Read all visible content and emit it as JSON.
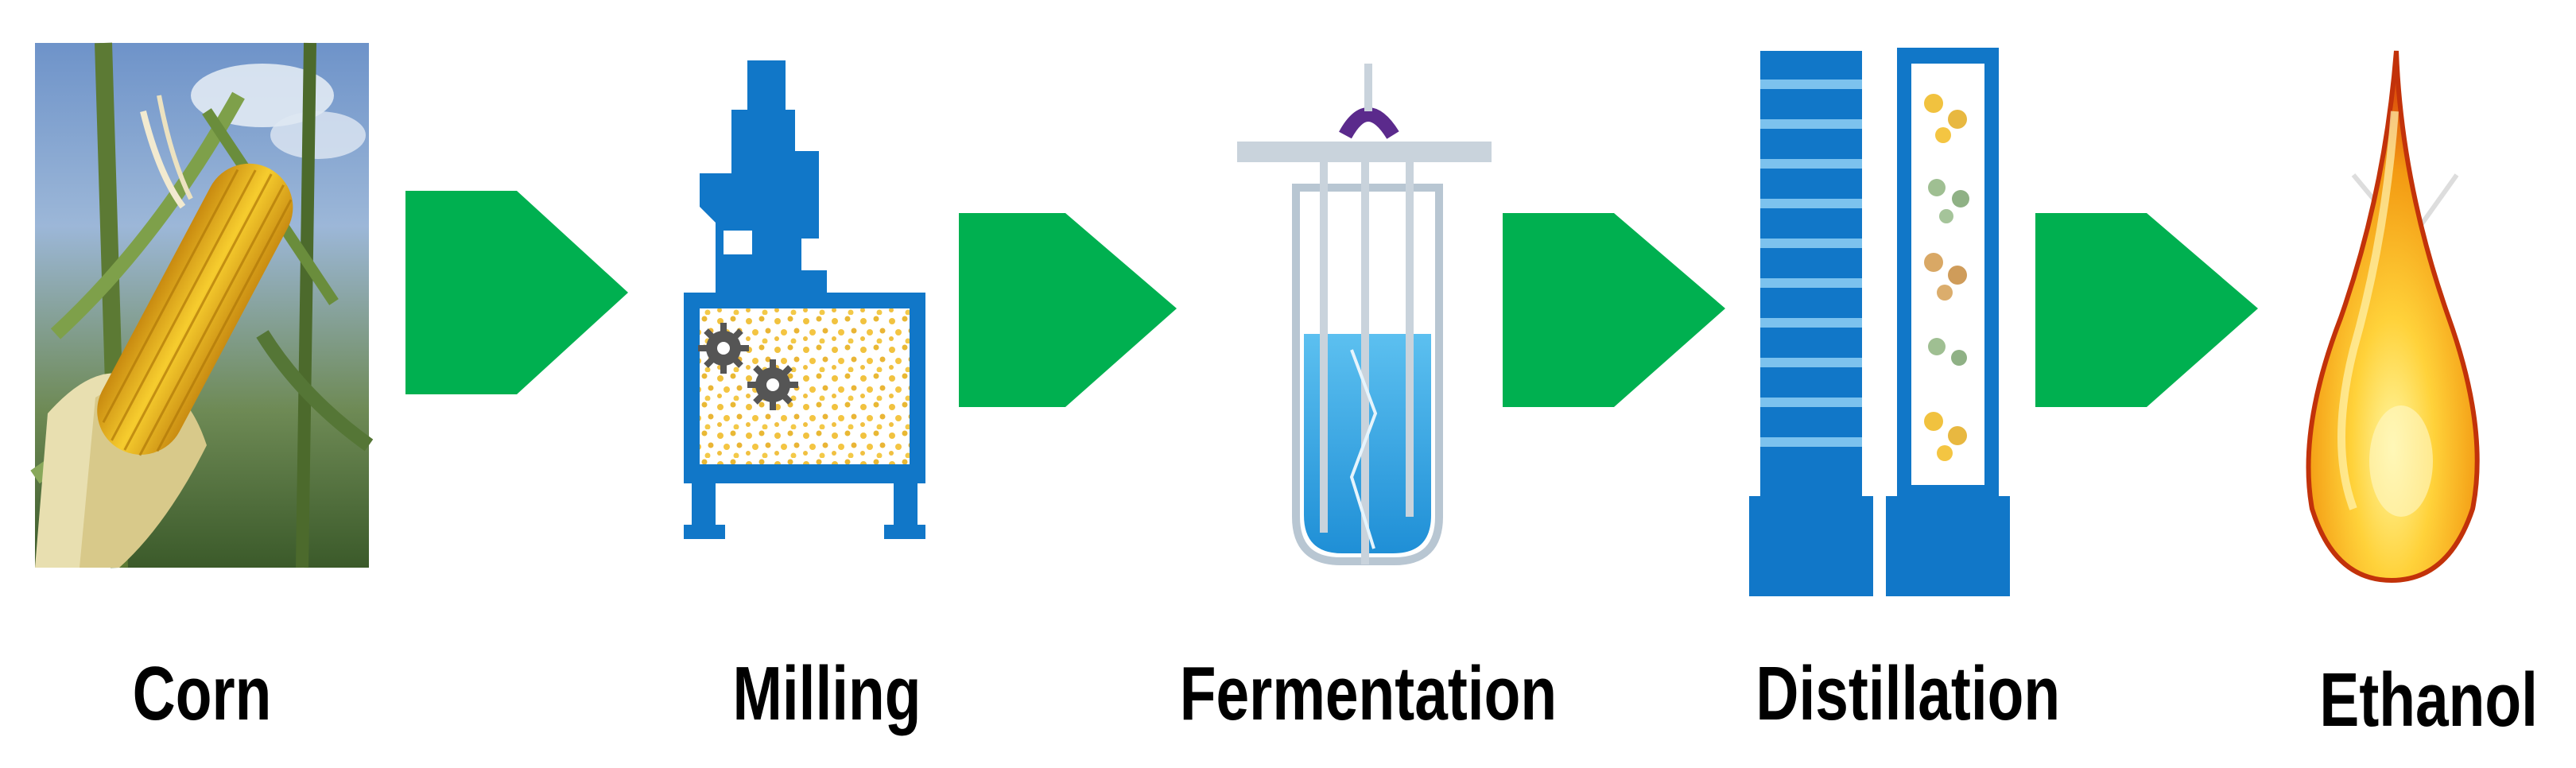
{
  "steps": [
    {
      "label": "Corn",
      "icon": "corn-photo-icon"
    },
    {
      "label": "Milling",
      "icon": "mill-machine-icon"
    },
    {
      "label": "Fermentation",
      "icon": "fermenter-vessel-icon"
    },
    {
      "label": "Distillation",
      "icon": "distillation-column-icon"
    },
    {
      "label": "Ethanol",
      "icon": "ethanol-flame-drop-icon"
    }
  ],
  "colors": {
    "arrow": "#00b050",
    "equipment_blue": "#1177c8",
    "liquid_blue": "#39a9e6",
    "grain_yellow": "#f4c542",
    "flame_orange": "#f08a10"
  }
}
